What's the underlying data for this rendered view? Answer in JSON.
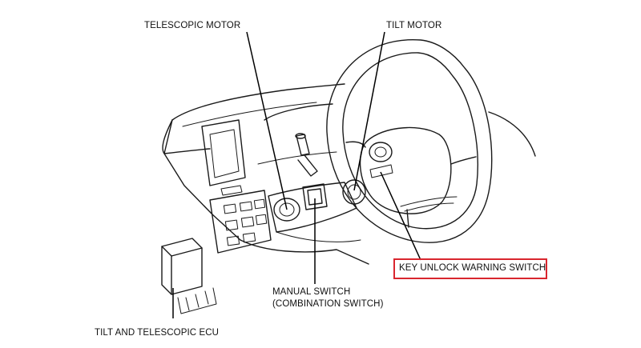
{
  "labels": {
    "telescopic_motor": "TELESCOPIC MOTOR",
    "tilt_motor": "TILT MOTOR",
    "key_unlock_warning_switch": "KEY UNLOCK WARNING SWITCH",
    "manual_switch_line1": "MANUAL SWITCH",
    "manual_switch_line2": "(COMBINATION SWITCH)",
    "tilt_telescopic_ecu": "TILT AND TELESCOPIC ECU"
  },
  "highlight": {
    "target": "KEY UNLOCK WARNING SWITCH",
    "color": "#d9262e"
  },
  "colors": {
    "line": "#1a1a1a",
    "background": "#ffffff"
  }
}
